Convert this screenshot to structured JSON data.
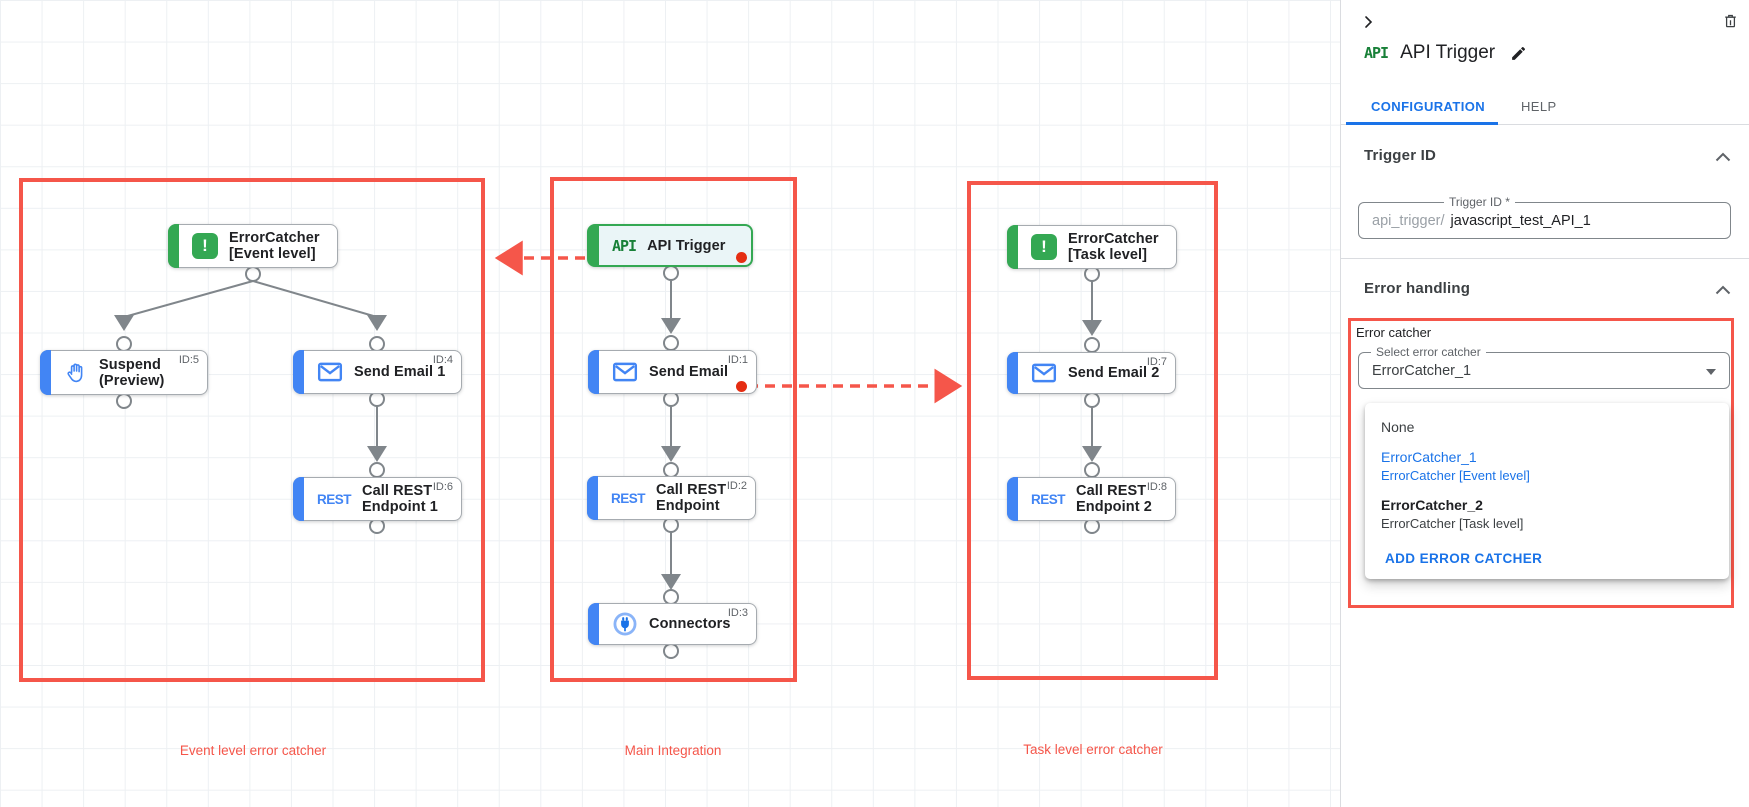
{
  "canvas": {
    "group_labels": [
      "Event level error catcher",
      "Main Integration",
      "Task level error catcher"
    ],
    "icon_texts": {
      "api": "API",
      "rest": "REST",
      "exclamation": "!"
    },
    "nodes": [
      {
        "label": "ErrorCatcher [Event level]",
        "icon": "error-catcher-icon",
        "id_label": ""
      },
      {
        "label": "Suspend (Preview)",
        "icon": "hand-icon",
        "id_label": "ID:5"
      },
      {
        "label": "Send Email 1",
        "icon": "email-icon",
        "id_label": "ID:4"
      },
      {
        "label": "Call REST Endpoint 1",
        "icon": "rest-icon",
        "id_label": "ID:6"
      },
      {
        "label": "API Trigger",
        "icon": "api-icon",
        "id_label": ""
      },
      {
        "label": "Send Email",
        "icon": "email-icon",
        "id_label": "ID:1"
      },
      {
        "label": "Call REST Endpoint",
        "icon": "rest-icon",
        "id_label": "ID:2"
      },
      {
        "label": "Connectors",
        "icon": "connector-icon",
        "id_label": "ID:3"
      },
      {
        "label": "ErrorCatcher [Task level]",
        "icon": "error-catcher-icon",
        "id_label": ""
      },
      {
        "label": "Send Email 2",
        "icon": "email-icon",
        "id_label": "ID:7"
      },
      {
        "label": "Call REST Endpoint 2",
        "icon": "rest-icon",
        "id_label": "ID:8"
      }
    ]
  },
  "panel": {
    "node_type_badge": "API",
    "title": "API Trigger",
    "tabs": [
      "CONFIGURATION",
      "HELP"
    ],
    "trigger_id_section": {
      "heading": "Trigger ID",
      "field_label": "Trigger ID *",
      "field_prefix": "api_trigger/",
      "field_value": "javascript_test_API_1"
    },
    "error_handling_section": {
      "heading": "Error handling",
      "group_label": "Error catcher",
      "select_label": "Select error catcher",
      "select_value": "ErrorCatcher_1",
      "dropdown_options": [
        {
          "name": "None",
          "desc": ""
        },
        {
          "name": "ErrorCatcher_1",
          "desc": "ErrorCatcher [Event level]"
        },
        {
          "name": "ErrorCatcher_2",
          "desc": "ErrorCatcher [Task level]"
        }
      ],
      "add_button_label": "ADD ERROR CATCHER"
    }
  },
  "colors": {
    "annotation_red": "#f5564a",
    "dot_red": "#e52d12",
    "node_green": "#34a853",
    "node_blue": "#4285f4",
    "link_blue": "#1a73e8"
  }
}
